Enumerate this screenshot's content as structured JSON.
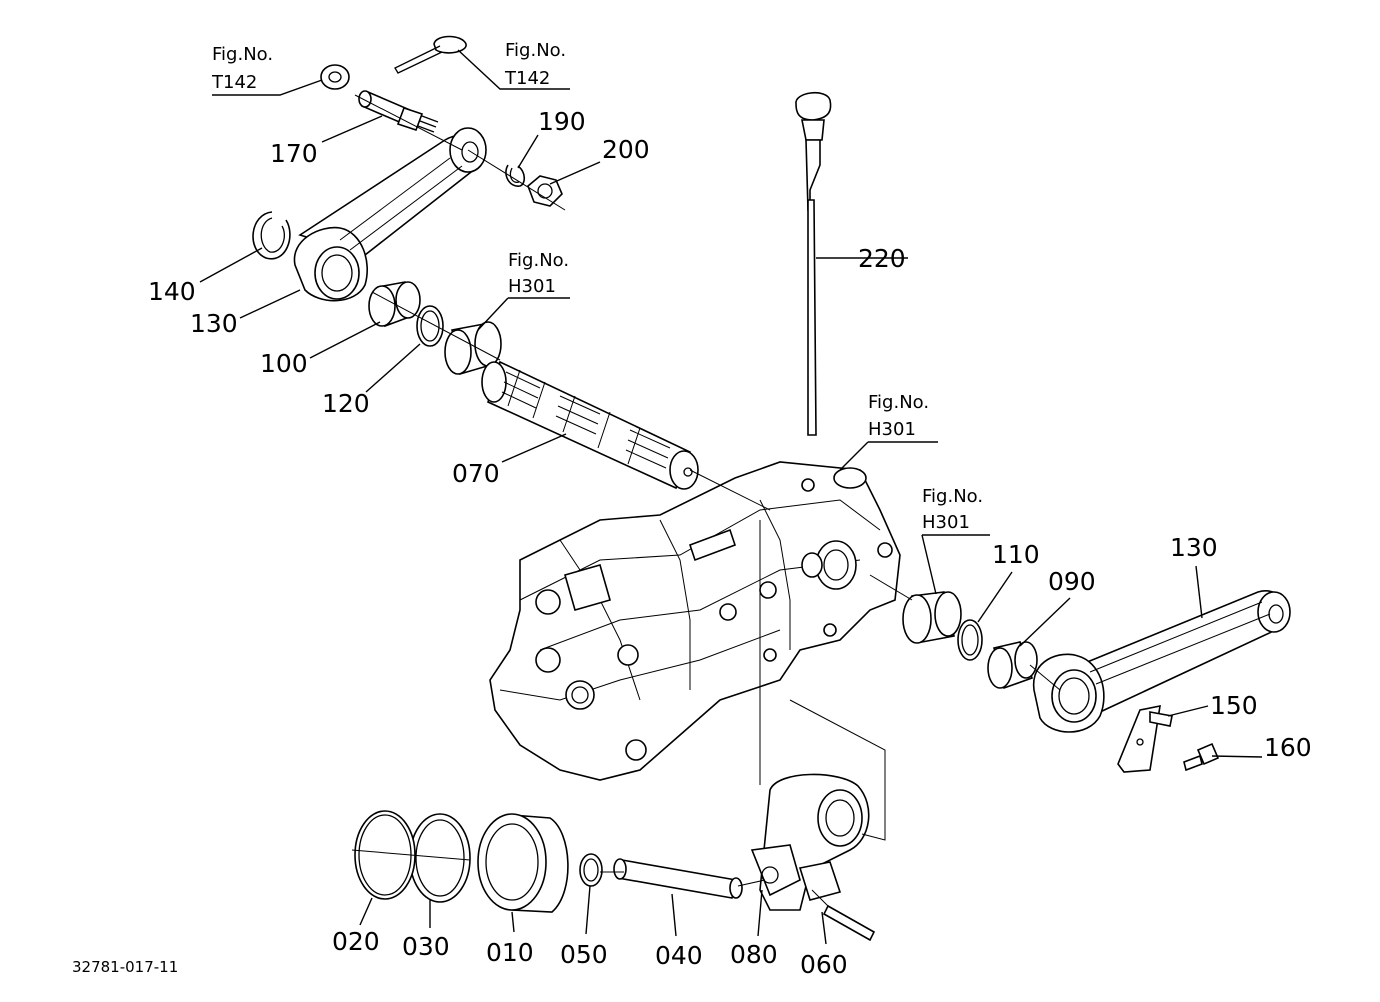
{
  "diagram_code": "32781-017-11",
  "fig_refs": [
    {
      "id": "fig-ref-t142-left",
      "line1": "Fig.No.",
      "line2": "T142"
    },
    {
      "id": "fig-ref-t142-right",
      "line1": "Fig.No.",
      "line2": "T142"
    },
    {
      "id": "fig-ref-h301-shaft",
      "line1": "Fig.No.",
      "line2": "H301"
    },
    {
      "id": "fig-ref-h301-housing",
      "line1": "Fig.No.",
      "line2": "H301"
    },
    {
      "id": "fig-ref-h301-bushing",
      "line1": "Fig.No.",
      "line2": "H301"
    }
  ],
  "parts": {
    "p170": "170",
    "p190": "190",
    "p200": "200",
    "p220": "220",
    "p140": "140",
    "p130a": "130",
    "p100": "100",
    "p120": "120",
    "p070": "070",
    "p110": "110",
    "p090": "090",
    "p130b": "130",
    "p150": "150",
    "p160": "160",
    "p020": "020",
    "p030": "030",
    "p010": "010",
    "p050": "050",
    "p040": "040",
    "p080": "080",
    "p060": "060"
  }
}
